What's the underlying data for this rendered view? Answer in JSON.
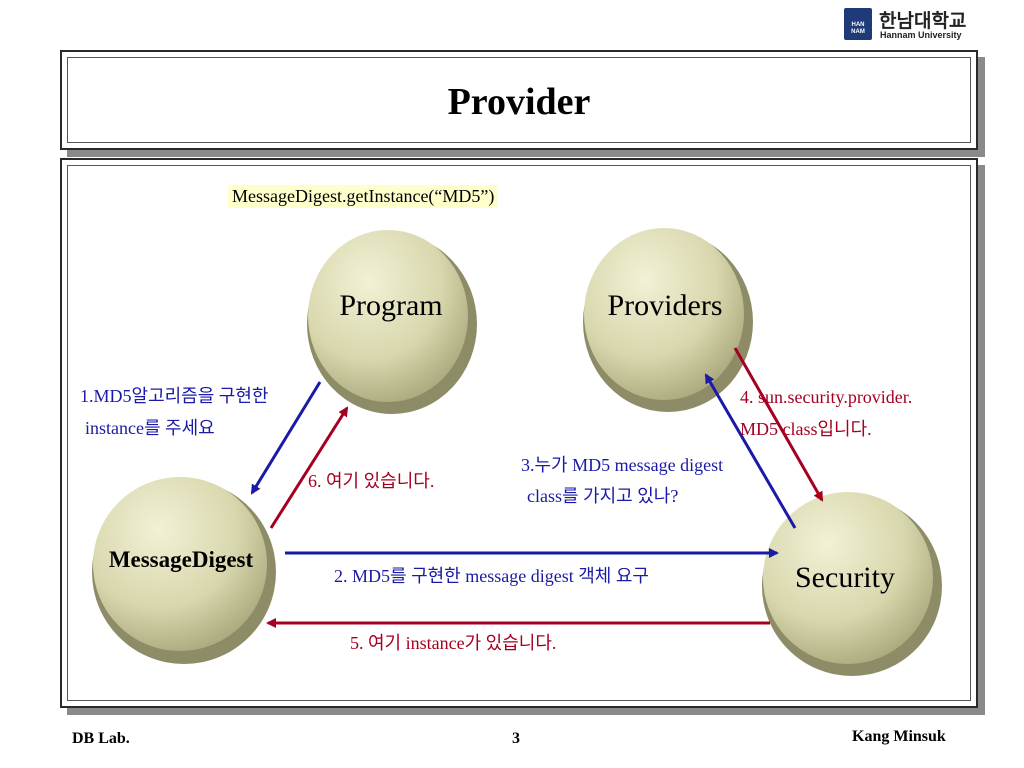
{
  "logo": {
    "mark": "HAN NAM",
    "korean": "한남대학교",
    "english": "Hannam University"
  },
  "title": "Provider",
  "code_label": "MessageDigest.getInstance(“MD5”)",
  "nodes": {
    "program": "Program",
    "providers": "Providers",
    "message_digest": "MessageDigest",
    "security": "Security"
  },
  "labels": {
    "step1_line1": "1.MD5알고리즘을 구현한",
    "step1_line2": "instance를 주세요",
    "step2": "2. MD5를 구현한 message digest 객체 요구",
    "step3_line1": "3.누가 MD5 message digest",
    "step3_line2": "class를 가지고 있나?",
    "step4_line1": "4. sun.security.provider.",
    "step4_line2": "MD5 class입니다.",
    "step5": "5. 여기 instance가 있습니다.",
    "step6": "6. 여기 있습니다."
  },
  "colors": {
    "request_arrow": "#1a1aa6",
    "response_arrow": "#a50021",
    "node_fill": "#d8d7ad"
  },
  "footer": {
    "left": "DB Lab.",
    "center": "3",
    "right": "Kang Minsuk"
  }
}
